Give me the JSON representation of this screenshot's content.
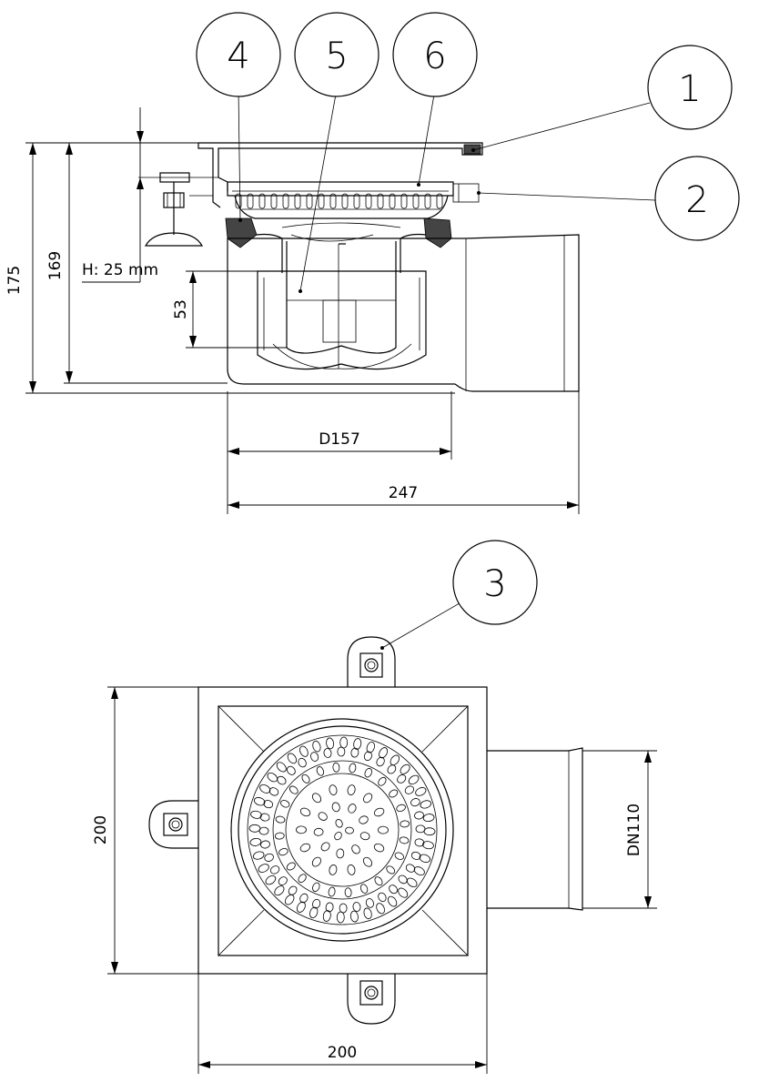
{
  "section_view": {
    "dimensions": {
      "total_height": "175",
      "height_inner": "169",
      "adjustment": "H: 25 mm",
      "trap_depth": "53",
      "body_diameter": "D157",
      "total_length": "247"
    }
  },
  "plan_view": {
    "dimensions": {
      "width": "200",
      "depth": "200",
      "outlet": "DN110"
    }
  },
  "balloons": {
    "b1": "1",
    "b2": "2",
    "b3": "3",
    "b4": "4",
    "b5": "5",
    "b6": "6"
  }
}
